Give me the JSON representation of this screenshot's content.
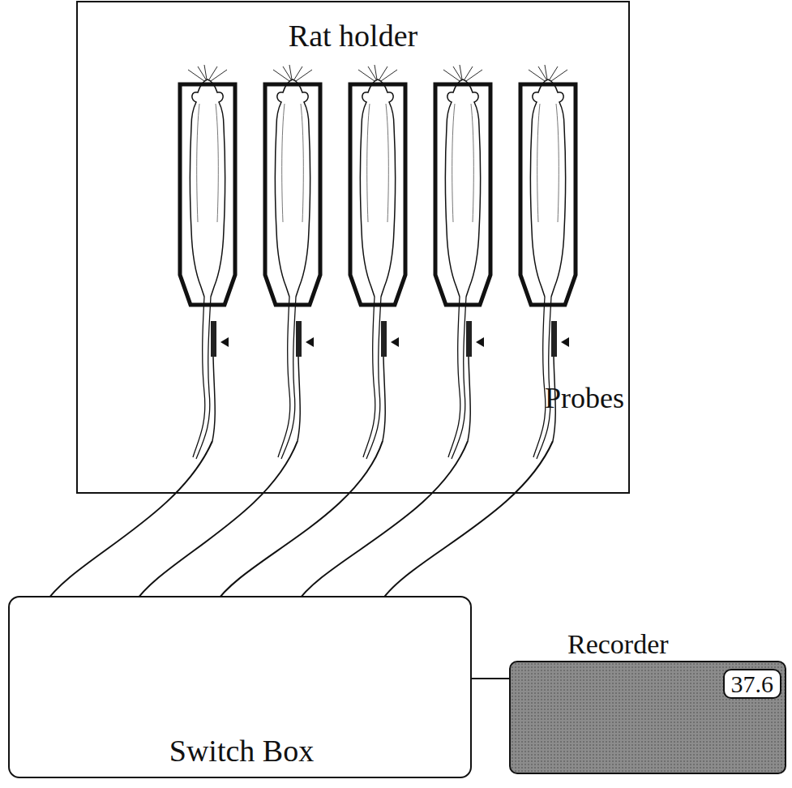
{
  "diagram": {
    "nodes": [
      {
        "text": [
          "Rat holder"
        ]
      },
      {
        "text": [
          "Switch Box"
        ]
      },
      {
        "text": [
          "Recorder",
          "37.6"
        ]
      }
    ],
    "edges": [
      {
        "from": 1,
        "to": 2,
        "arrow": "none"
      }
    ],
    "labels": [
      "Probes"
    ]
  }
}
